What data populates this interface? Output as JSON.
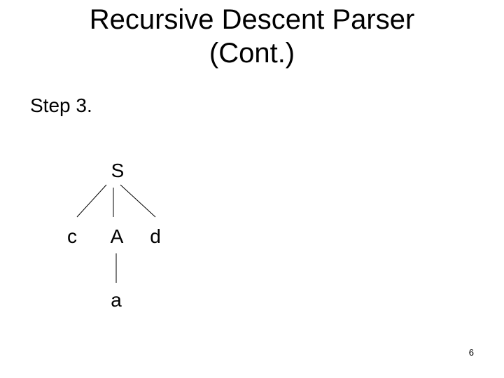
{
  "slide": {
    "title_line1": "Recursive Descent Parser",
    "title_line2": "(Cont.)",
    "step_label": "Step 3.",
    "page_number": "6"
  },
  "tree": {
    "root": "S",
    "children": [
      "c",
      "A",
      "d"
    ],
    "grandchild": "a"
  }
}
